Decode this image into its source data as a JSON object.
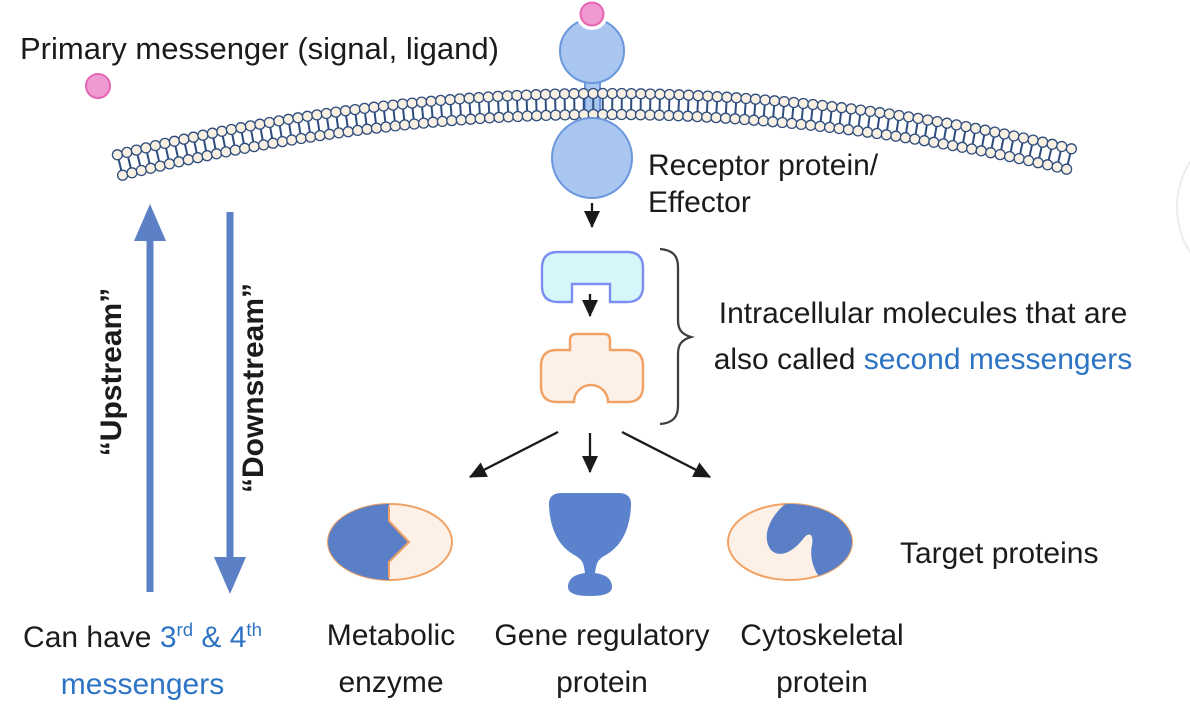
{
  "title": "Primary messenger (signal, ligand)",
  "receptor": {
    "line1": "Receptor protein/",
    "line2": "Effector"
  },
  "flow_labels": {
    "upstream": "“Upstream”",
    "downstream": "“Downstream”"
  },
  "intracellular_note": {
    "line1": "Intracellular molecules that are",
    "line2_black": "also called ",
    "line2_blue": "second messengers"
  },
  "target_proteins_label": "Target proteins",
  "targets": [
    {
      "line1": "Metabolic",
      "line2": "enzyme"
    },
    {
      "line1": "Gene regulatory",
      "line2": "protein"
    },
    {
      "line1": "Cytoskeletal",
      "line2": "protein"
    }
  ],
  "can_have": {
    "black_prefix": "Can have ",
    "blue_n1": "3",
    "blue_sup1": "rd",
    "blue_mid": " & ",
    "blue_n2": "4",
    "blue_sup2": "th",
    "line2_blue": "messengers"
  },
  "colors": {
    "text_black": "#1b1b1b",
    "text_blue": "#2e74c4",
    "diagram_blue": "#5b80c6",
    "ellipse_blue": "#5b7fc7",
    "goblet_blue": "#5b82cd",
    "receptor_fill": "#a9c6f0",
    "receptor_stroke": "#6b97dd",
    "ligand_fill": "#f19ad2",
    "ligand_stroke": "#e566b4",
    "membrane_dark": "#2e4d7e",
    "membrane_head_fill": "#f8f0e2",
    "messenger1_fill": "#d6f6fa",
    "messenger1_stroke": "#7b8ff0",
    "messenger2_fill": "#fdf1e7",
    "messenger2_stroke": "#f0a163",
    "arrow_black": "#1a1a1a",
    "brace_gray": "#3f3f3f"
  }
}
